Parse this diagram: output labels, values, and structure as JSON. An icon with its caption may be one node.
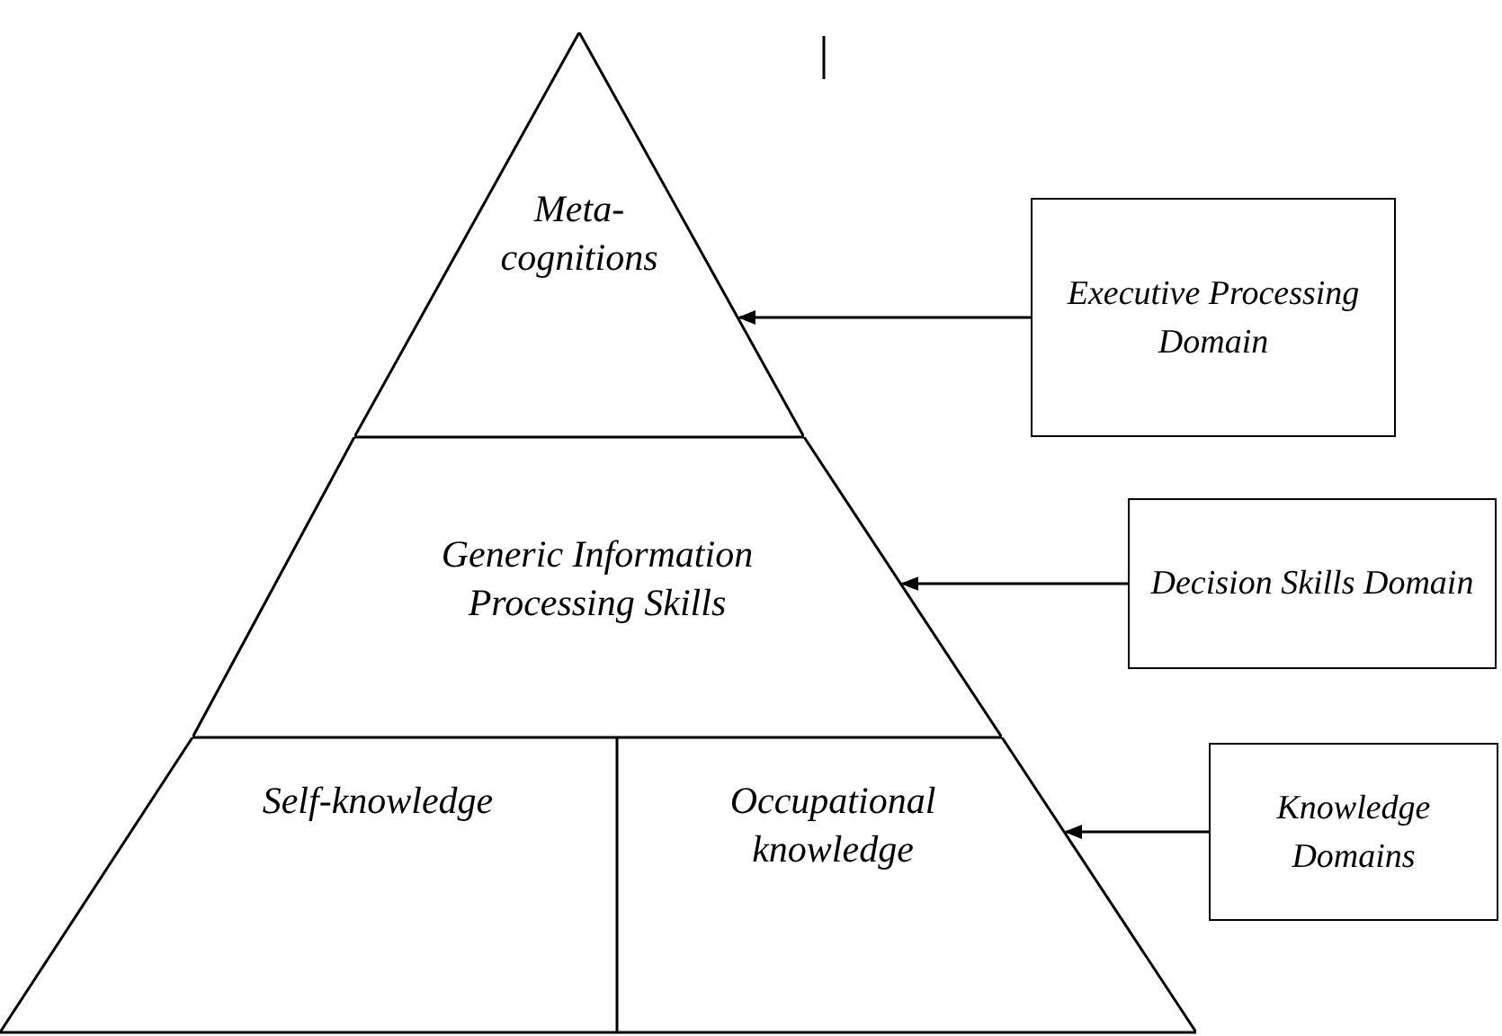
{
  "diagram": {
    "nodes": [
      {
        "text": [
          "Meta-cognitions"
        ]
      },
      {
        "text": [
          "Generic Information Processing Skills"
        ]
      },
      {
        "text": [
          "Self-knowledge"
        ]
      },
      {
        "text": [
          "Occupational knowledge"
        ]
      },
      {
        "text": [
          "Executive Processing Domain"
        ]
      },
      {
        "text": [
          "Decision Skills Domain"
        ]
      },
      {
        "text": [
          "Knowledge Domains"
        ]
      }
    ],
    "edges": [
      {
        "from": 4,
        "to": 0,
        "arrow": "to"
      },
      {
        "from": 5,
        "to": 1,
        "arrow": "to"
      },
      {
        "from": 6,
        "to": 3,
        "arrow": "to"
      }
    ]
  }
}
